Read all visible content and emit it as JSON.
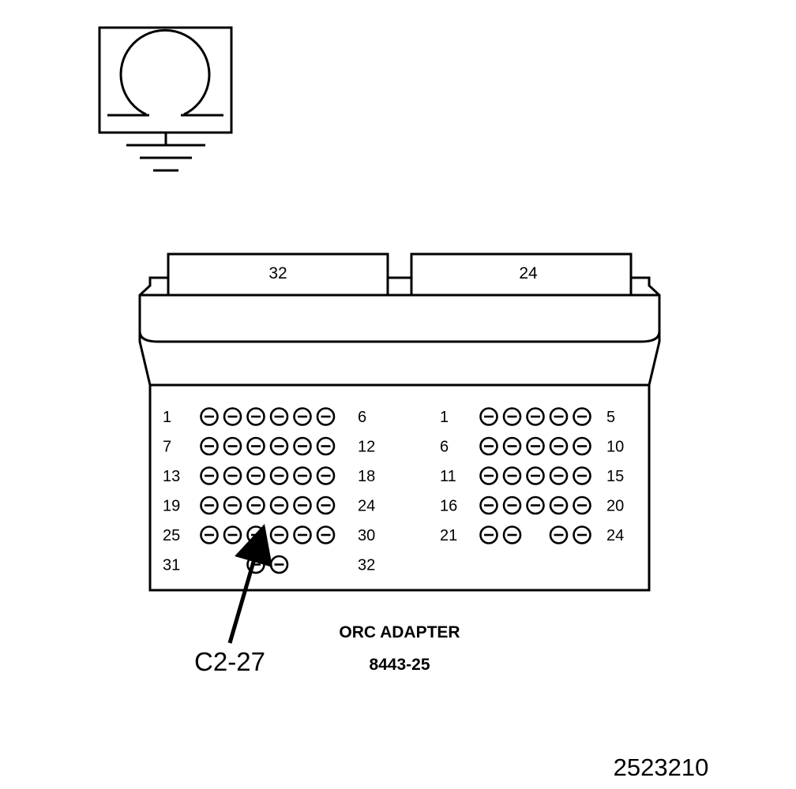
{
  "meter_symbol": {
    "icon": "ohmmeter-ground-icon"
  },
  "connector": {
    "tabs": [
      {
        "label": "32"
      },
      {
        "label": "24"
      }
    ],
    "left_block": {
      "rows": [
        {
          "start": "1",
          "end": "6",
          "pins": [
            1,
            1,
            1,
            1,
            1,
            1
          ]
        },
        {
          "start": "7",
          "end": "12",
          "pins": [
            1,
            1,
            1,
            1,
            1,
            1
          ]
        },
        {
          "start": "13",
          "end": "18",
          "pins": [
            1,
            1,
            1,
            1,
            1,
            1
          ]
        },
        {
          "start": "19",
          "end": "24",
          "pins": [
            1,
            1,
            1,
            1,
            1,
            1
          ]
        },
        {
          "start": "25",
          "end": "30",
          "pins": [
            1,
            1,
            1,
            1,
            1,
            1
          ]
        },
        {
          "start": "31",
          "end": "32",
          "pins": [
            0,
            0,
            1,
            1,
            0,
            0
          ]
        }
      ]
    },
    "right_block": {
      "rows": [
        {
          "start": "1",
          "end": "5",
          "pins": [
            1,
            1,
            1,
            1,
            1
          ]
        },
        {
          "start": "6",
          "end": "10",
          "pins": [
            1,
            1,
            1,
            1,
            1
          ]
        },
        {
          "start": "11",
          "end": "15",
          "pins": [
            1,
            1,
            1,
            1,
            1
          ]
        },
        {
          "start": "16",
          "end": "20",
          "pins": [
            1,
            1,
            1,
            1,
            1
          ]
        },
        {
          "start": "21",
          "end": "24",
          "pins": [
            1,
            1,
            0,
            1,
            1
          ]
        }
      ]
    }
  },
  "callout": {
    "label": "C2-27",
    "target_pin": "27"
  },
  "adapter": {
    "name": "ORC ADAPTER",
    "part_number": "8443-25"
  },
  "figure_id": "2523210"
}
